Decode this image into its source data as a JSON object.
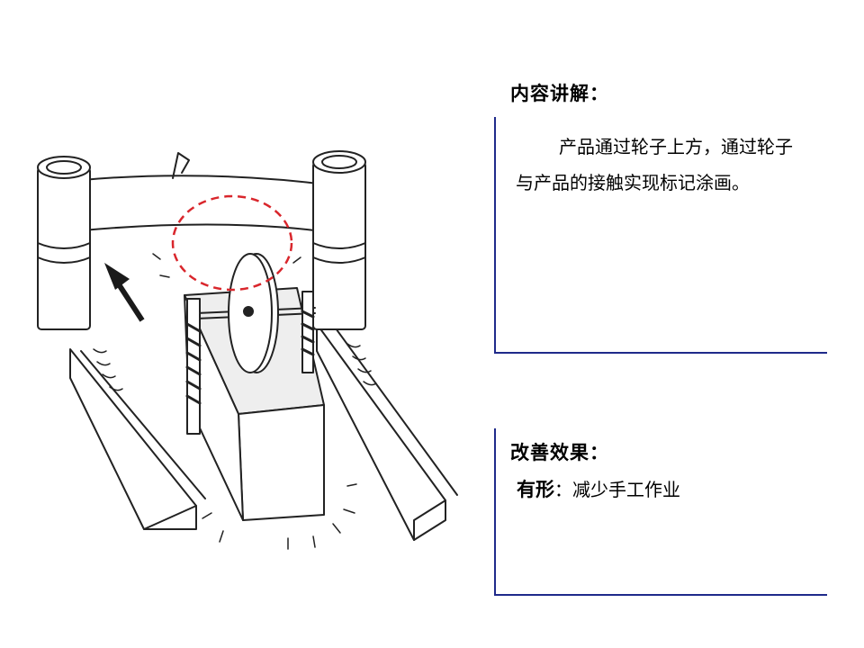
{
  "content": {
    "heading": "内容讲解：",
    "text": "产品通过轮子上方，通过轮子与产品的接触实现标记涂画。"
  },
  "effect": {
    "heading": "改善效果：",
    "label": "有形",
    "separator": "：",
    "value": "减少手工作业"
  },
  "colors": {
    "panel_border": "#1f2a8a",
    "highlight_circle": "#d9262c"
  },
  "illustration": {
    "icons": [
      "marking-roller-machine",
      "direction-arrow-icon",
      "highlight-circle"
    ]
  }
}
